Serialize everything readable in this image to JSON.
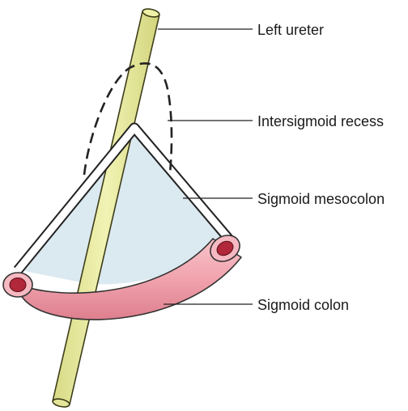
{
  "labels": {
    "left_ureter": "Left ureter",
    "intersigmoid_recess": "Intersigmoid recess",
    "sigmoid_mesocolon": "Sigmoid mesocolon",
    "sigmoid_colon": "Sigmoid colon"
  },
  "colors": {
    "ureter_fill": "#eef0a6",
    "ureter_stroke": "#3d3d1a",
    "mesocolon_fill": "#dbe9f0",
    "colon_fill": "#f2a6b0",
    "colon_lumen": "#b0283a",
    "leader_line": "#222222"
  }
}
